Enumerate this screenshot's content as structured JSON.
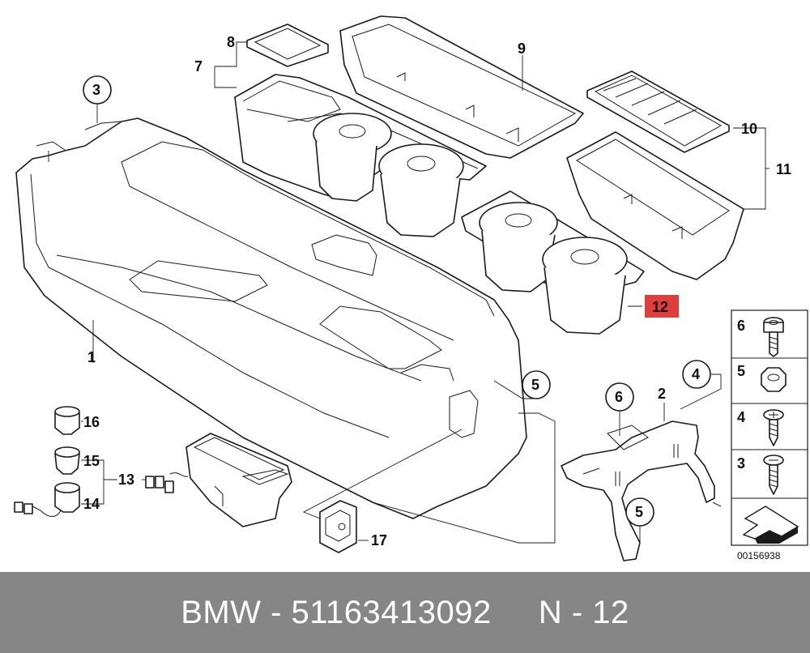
{
  "callouts": {
    "c1": "1",
    "c2": "2",
    "c3": "3",
    "c4": "4",
    "c5a": "5",
    "c5b": "5",
    "c6": "6",
    "c7": "7",
    "c8": "8",
    "c9": "9",
    "c10": "10",
    "c11": "11",
    "c12": "12",
    "c13": "13",
    "c14": "14",
    "c15": "15",
    "c16": "16",
    "c17": "17"
  },
  "legend": {
    "r6": "6",
    "r5": "5",
    "r4": "4",
    "r3": "3"
  },
  "diagram_number": "00156938",
  "highlight_color": "#e03d3d",
  "footer": {
    "brand": "BMW",
    "sep": "-",
    "part_number": "51163413092",
    "position": "N - 12"
  }
}
